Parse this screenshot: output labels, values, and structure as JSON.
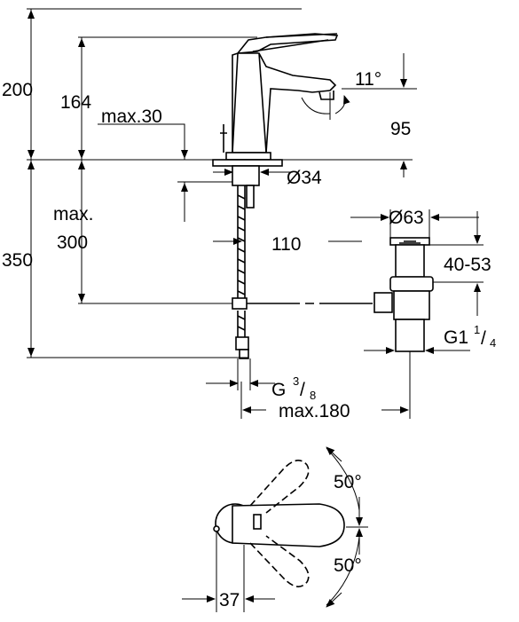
{
  "dimensions": {
    "height_total": "200",
    "height_spout": "164",
    "max_30": "max.30",
    "angle_11": "11°",
    "spout_95": "95",
    "dia_34": "Ø34",
    "max_label": "max.",
    "max_300": "300",
    "height_350": "350",
    "dist_110": "110",
    "dia_63": "Ø63",
    "range_40_53": "40-53",
    "thread_g1_base": "G1",
    "thread_g1_num": "1",
    "thread_g1_den": "4",
    "thread_g38_base": "G",
    "thread_g38_num": "3",
    "thread_g38_den": "8",
    "max_180": "max.180",
    "angle_50_top": "50°",
    "angle_50_bottom": "50°",
    "offset_37": "37"
  },
  "colors": {
    "line": "#000000",
    "background": "#ffffff"
  }
}
